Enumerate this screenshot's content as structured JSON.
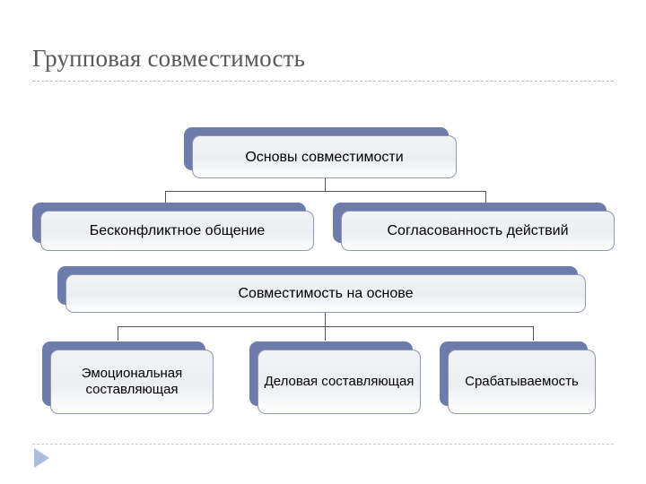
{
  "slide": {
    "title": "Групповая совместимость"
  },
  "chart": {
    "root": {
      "label": "Основы совместимости"
    },
    "level2": [
      {
        "label": "Бесконфликтное общение"
      },
      {
        "label": "Согласованность действий"
      }
    ],
    "mid": {
      "label": "Совместимость на основе"
    },
    "level4": [
      {
        "label": "Эмоциональная составляющая"
      },
      {
        "label": "Деловая составляющая"
      },
      {
        "label": "Срабатываемость"
      }
    ]
  },
  "nav": {
    "next_icon": "play-triangle-icon"
  },
  "colors": {
    "box_shadow_blue": "#6e7cab",
    "box_fill": "#eceef2",
    "box_border": "#8f97b3",
    "connector": "#52525c",
    "title_text": "#58585c",
    "nav_triangle": "#a9bedd"
  }
}
